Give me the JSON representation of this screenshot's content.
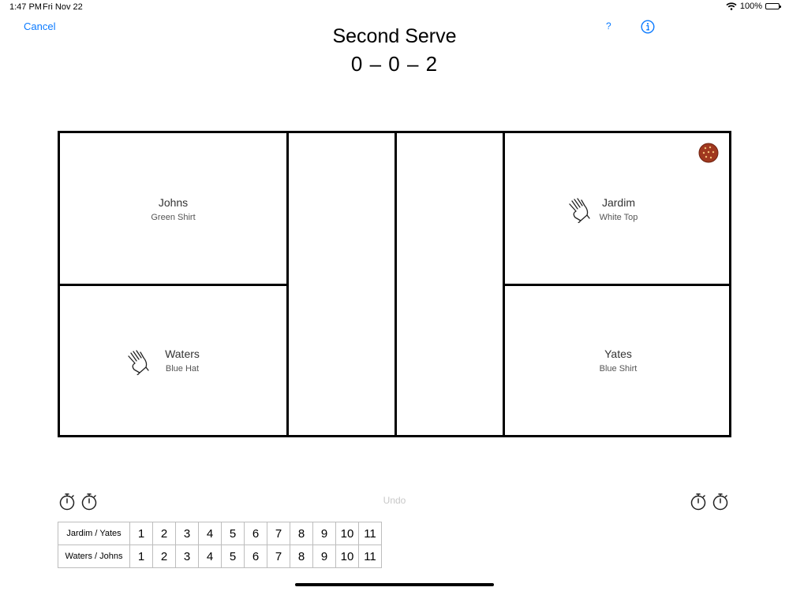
{
  "status": {
    "time": "1:47 PM",
    "date": "Fri Nov 22",
    "battery": "100%"
  },
  "nav": {
    "cancel": "Cancel",
    "help": "?",
    "info_icon": "info-circle-icon"
  },
  "header": {
    "title": "Second Serve",
    "score": "0 – 0 – 2"
  },
  "court": {
    "top_left": {
      "name": "Johns",
      "desc": "Green Shirt",
      "serving": false
    },
    "bottom_left": {
      "name": "Waters",
      "desc": "Blue Hat",
      "serving": true
    },
    "top_right": {
      "name": "Jardim",
      "desc": "White Top",
      "serving": true
    },
    "bottom_right": {
      "name": "Yates",
      "desc": "Blue Shirt",
      "serving": false
    }
  },
  "controls": {
    "undo": "Undo"
  },
  "score_table": {
    "rows": [
      {
        "team": "Jardim / Yates",
        "points": [
          "1",
          "2",
          "3",
          "4",
          "5",
          "6",
          "7",
          "8",
          "9",
          "10",
          "11"
        ]
      },
      {
        "team": "Waters / Johns",
        "points": [
          "1",
          "2",
          "3",
          "4",
          "5",
          "6",
          "7",
          "8",
          "9",
          "10",
          "11"
        ]
      }
    ]
  },
  "colors": {
    "accent": "#0a7aff",
    "ball": "#a0381f",
    "undo_disabled": "#c8c8c8"
  }
}
